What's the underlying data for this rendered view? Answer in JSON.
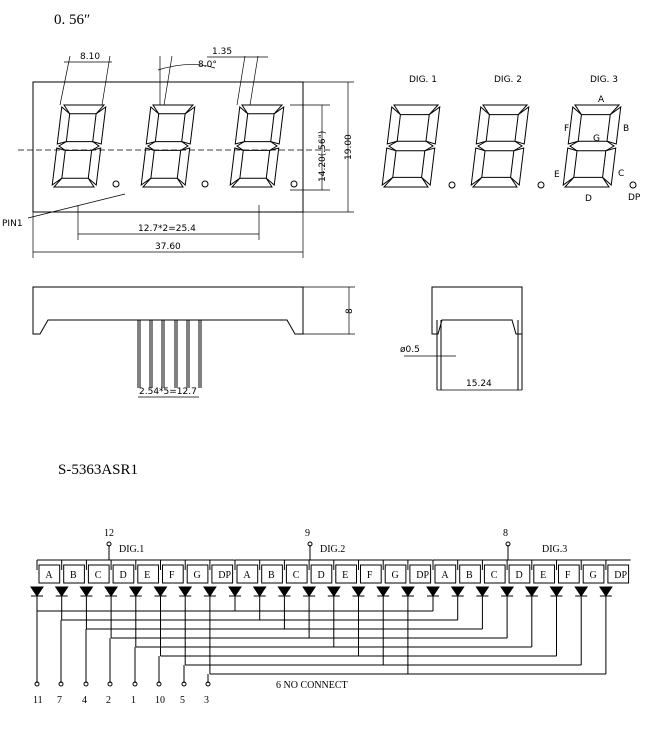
{
  "size_label": "0. 56″",
  "part_number": "S-5363ASR1",
  "front_view": {
    "dim_digit_width": "8.10",
    "dim_slant": "8.0°",
    "dim_segment": "1.35",
    "dim_digit_height": "14.20(.56\")",
    "dim_body_height": "19.00",
    "dim_pitch": "12.7*2=25.4",
    "dim_body_width": "37.60",
    "pin1_label": "PIN1"
  },
  "digit_view": {
    "dig_labels": [
      "DIG. 1",
      "DIG. 2",
      "DIG. 3"
    ],
    "segment_labels": [
      "A",
      "B",
      "C",
      "D",
      "E",
      "F",
      "G",
      "DP"
    ]
  },
  "side_view": {
    "dim_depth": "8",
    "dim_pin_pitch": "2.54*5=12.7",
    "dim_pin_dia": "ø0.5",
    "dim_row_spacing": "15.24"
  },
  "schematic": {
    "digits": [
      {
        "label": "DIG.1",
        "common_pin": "12"
      },
      {
        "label": "DIG.2",
        "common_pin": "9"
      },
      {
        "label": "DIG.3",
        "common_pin": "8"
      }
    ],
    "segments": [
      "A",
      "B",
      "C",
      "D",
      "E",
      "F",
      "G",
      "DP"
    ],
    "bottom_pins": [
      "11",
      "7",
      "4",
      "2",
      "1",
      "10",
      "5",
      "3"
    ],
    "nc_note": "6 NO CONNECT"
  }
}
